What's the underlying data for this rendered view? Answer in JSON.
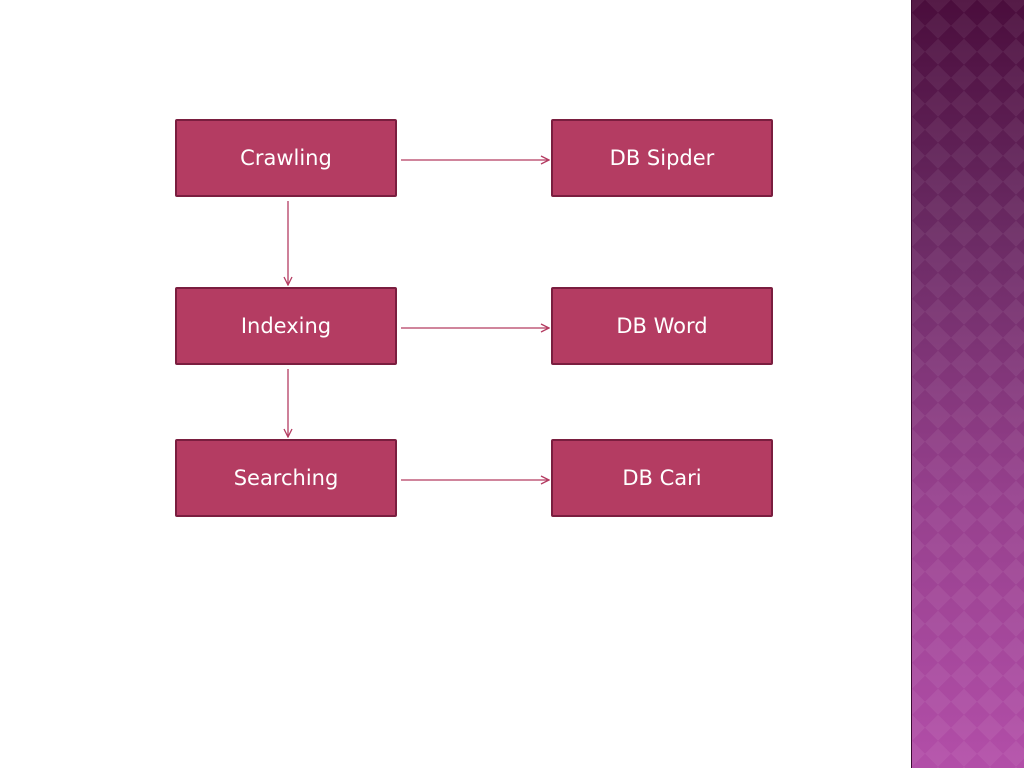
{
  "nodes": {
    "crawling": "Crawling",
    "indexing": "Indexing",
    "searching": "Searching",
    "db_sipder": "DB Sipder",
    "db_word": "DB Word",
    "db_cari": "DB Cari"
  },
  "colors": {
    "node_fill": "#b43c62",
    "node_border": "#7a1e3f",
    "connector": "#b43c62",
    "side_panel": "#6b2d62"
  }
}
